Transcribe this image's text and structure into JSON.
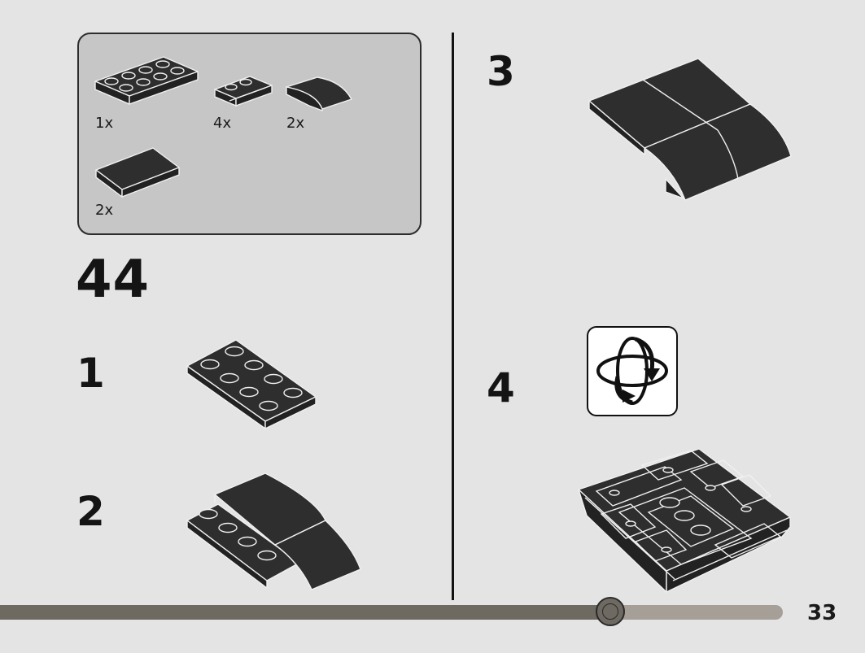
{
  "parts_list": {
    "items": [
      {
        "qty": "1x",
        "part": "plate-2x4-icon"
      },
      {
        "qty": "4x",
        "part": "plate-1x2-rail-icon"
      },
      {
        "qty": "2x",
        "part": "curved-slope-icon"
      },
      {
        "qty": "2x",
        "part": "tile-2x4-icon"
      }
    ]
  },
  "main_step": "44",
  "substeps": [
    {
      "number": "1"
    },
    {
      "number": "2"
    },
    {
      "number": "3"
    },
    {
      "number": "4"
    }
  ],
  "rotate_icon": "rotate-model-icon",
  "progress": {
    "fraction": 0.78
  },
  "page_number": "33",
  "colors": {
    "background": "#e4e4e4",
    "parts_box": "#c6c6c6",
    "brick": "#2e2e2e",
    "progress_fill": "#6e6a62",
    "progress_track": "#a59f98"
  }
}
